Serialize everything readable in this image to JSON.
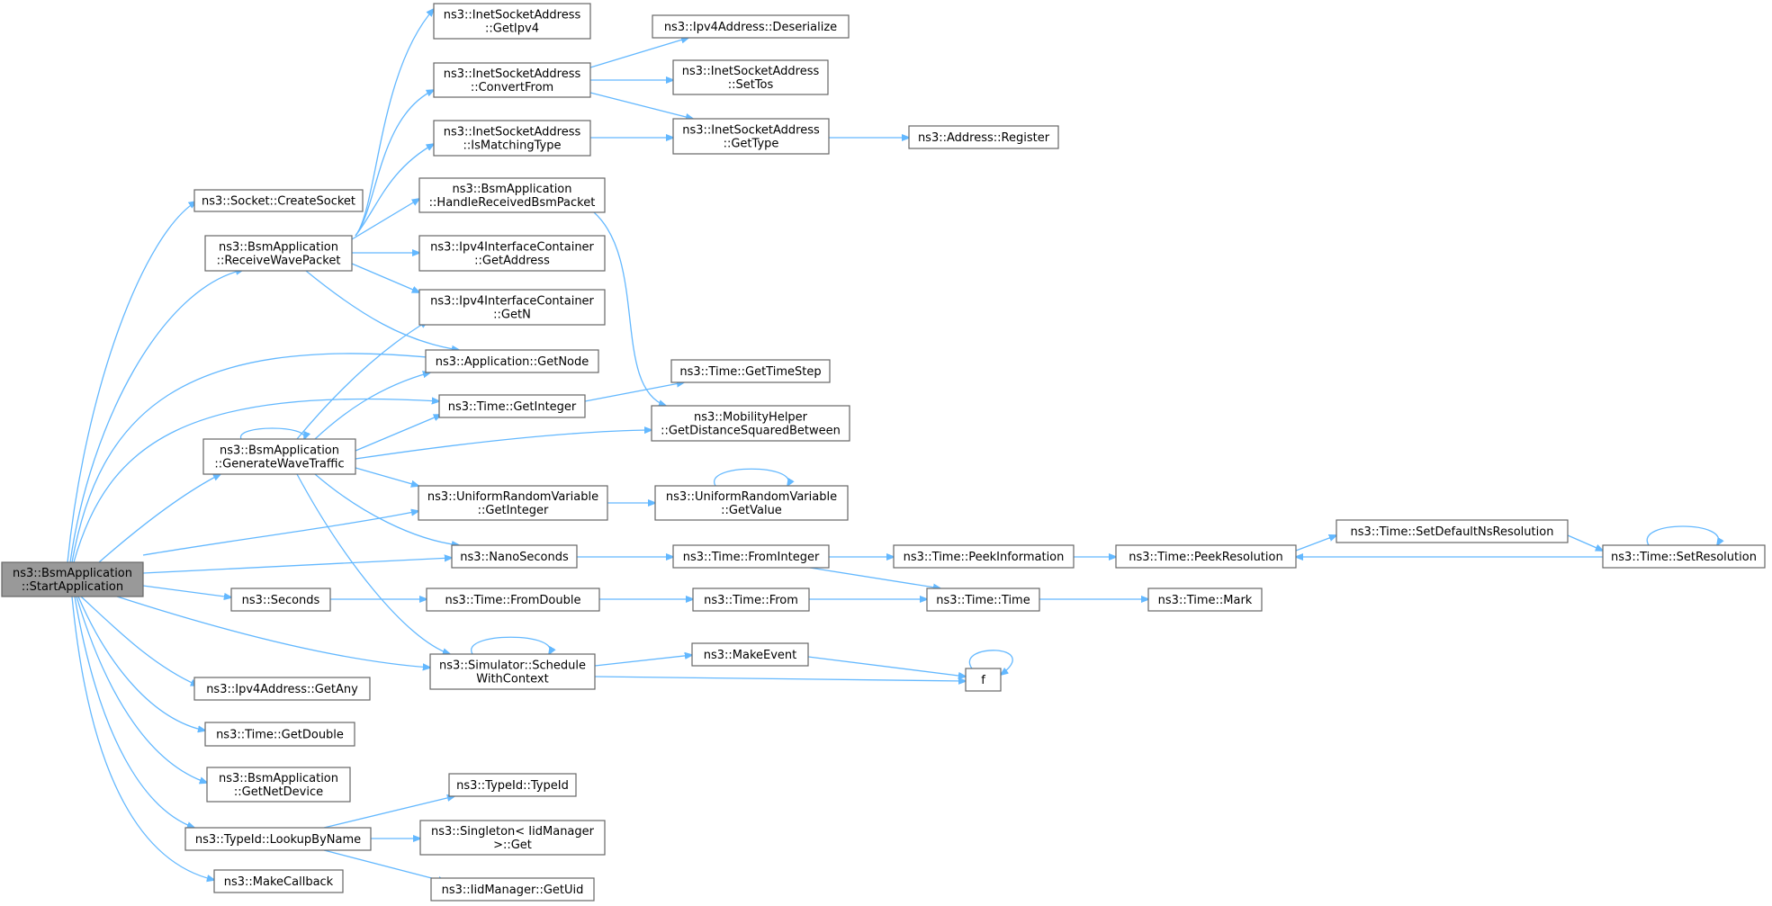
{
  "colors": {
    "edge": "#63b8ff",
    "node_border": "#666666",
    "root_fill": "#999999",
    "node_fill": "#ffffff"
  },
  "nodes": [
    {
      "id": "root",
      "lines": [
        "ns3::BsmApplication",
        "::StartApplication"
      ],
      "root": true
    },
    {
      "id": "createSocket",
      "lines": [
        "ns3::Socket::CreateSocket"
      ]
    },
    {
      "id": "receiveWave",
      "lines": [
        "ns3::BsmApplication",
        "::ReceiveWavePacket"
      ]
    },
    {
      "id": "generateWave",
      "lines": [
        "ns3::BsmApplication",
        "::GenerateWaveTraffic"
      ]
    },
    {
      "id": "seconds",
      "lines": [
        "ns3::Seconds"
      ]
    },
    {
      "id": "getAny",
      "lines": [
        "ns3::Ipv4Address::GetAny"
      ]
    },
    {
      "id": "getDouble",
      "lines": [
        "ns3::Time::GetDouble"
      ]
    },
    {
      "id": "getNetDevice",
      "lines": [
        "ns3::BsmApplication",
        "::GetNetDevice"
      ]
    },
    {
      "id": "lookupByName",
      "lines": [
        "ns3::TypeId::LookupByName"
      ]
    },
    {
      "id": "makeCallback",
      "lines": [
        "ns3::MakeCallback"
      ]
    },
    {
      "id": "getIpv4",
      "lines": [
        "ns3::InetSocketAddress",
        "::GetIpv4"
      ]
    },
    {
      "id": "convertFrom",
      "lines": [
        "ns3::InetSocketAddress",
        "::ConvertFrom"
      ]
    },
    {
      "id": "isMatching",
      "lines": [
        "ns3::InetSocketAddress",
        "::IsMatchingType"
      ]
    },
    {
      "id": "handleBsm",
      "lines": [
        "ns3::BsmApplication",
        "::HandleReceivedBsmPacket"
      ]
    },
    {
      "id": "ipv4GetAddress",
      "lines": [
        "ns3::Ipv4InterfaceContainer",
        "::GetAddress"
      ]
    },
    {
      "id": "ipv4GetN",
      "lines": [
        "ns3::Ipv4InterfaceContainer",
        "::GetN"
      ]
    },
    {
      "id": "getNode",
      "lines": [
        "ns3::Application::GetNode"
      ]
    },
    {
      "id": "timeGetInteger",
      "lines": [
        "ns3::Time::GetInteger"
      ]
    },
    {
      "id": "urvGetInteger",
      "lines": [
        "ns3::UniformRandomVariable",
        "::GetInteger"
      ]
    },
    {
      "id": "nanoSeconds",
      "lines": [
        "ns3::NanoSeconds"
      ]
    },
    {
      "id": "fromDouble",
      "lines": [
        "ns3::Time::FromDouble"
      ]
    },
    {
      "id": "schedule",
      "lines": [
        "ns3::Simulator::Schedule",
        "WithContext"
      ]
    },
    {
      "id": "typeIdTypeId",
      "lines": [
        "ns3::TypeId::TypeId"
      ]
    },
    {
      "id": "singletonGet",
      "lines": [
        "ns3::Singleton< IidManager",
        ">::Get"
      ]
    },
    {
      "id": "getUid",
      "lines": [
        "ns3::IidManager::GetUid"
      ]
    },
    {
      "id": "deserialize",
      "lines": [
        "ns3::Ipv4Address::Deserialize"
      ]
    },
    {
      "id": "setTos",
      "lines": [
        "ns3::InetSocketAddress",
        "::SetTos"
      ]
    },
    {
      "id": "getType",
      "lines": [
        "ns3::InetSocketAddress",
        "::GetType"
      ]
    },
    {
      "id": "getTimeStep",
      "lines": [
        "ns3::Time::GetTimeStep"
      ]
    },
    {
      "id": "getDist",
      "lines": [
        "ns3::MobilityHelper",
        "::GetDistanceSquaredBetween"
      ]
    },
    {
      "id": "urvGetValue",
      "lines": [
        "ns3::UniformRandomVariable",
        "::GetValue"
      ]
    },
    {
      "id": "fromInteger",
      "lines": [
        "ns3::Time::FromInteger"
      ]
    },
    {
      "id": "timeFrom",
      "lines": [
        "ns3::Time::From"
      ]
    },
    {
      "id": "makeEvent",
      "lines": [
        "ns3::MakeEvent"
      ]
    },
    {
      "id": "f",
      "lines": [
        "f"
      ]
    },
    {
      "id": "addrRegister",
      "lines": [
        "ns3::Address::Register"
      ]
    },
    {
      "id": "peekInfo",
      "lines": [
        "ns3::Time::PeekInformation"
      ]
    },
    {
      "id": "timeTime",
      "lines": [
        "ns3::Time::Time"
      ]
    },
    {
      "id": "peekRes",
      "lines": [
        "ns3::Time::PeekResolution"
      ]
    },
    {
      "id": "timeMark",
      "lines": [
        "ns3::Time::Mark"
      ]
    },
    {
      "id": "setDefaultNs",
      "lines": [
        "ns3::Time::SetDefaultNsResolution"
      ]
    },
    {
      "id": "setResolution",
      "lines": [
        "ns3::Time::SetResolution"
      ]
    }
  ],
  "edges": [
    [
      "root",
      "createSocket"
    ],
    [
      "root",
      "receiveWave"
    ],
    [
      "root",
      "getNode"
    ],
    [
      "root",
      "timeGetInteger"
    ],
    [
      "root",
      "generateWave"
    ],
    [
      "root",
      "urvGetInteger"
    ],
    [
      "root",
      "nanoSeconds"
    ],
    [
      "root",
      "seconds"
    ],
    [
      "root",
      "schedule"
    ],
    [
      "root",
      "getAny"
    ],
    [
      "root",
      "getDouble"
    ],
    [
      "root",
      "getNetDevice"
    ],
    [
      "root",
      "lookupByName"
    ],
    [
      "root",
      "makeCallback"
    ],
    [
      "receiveWave",
      "getIpv4"
    ],
    [
      "receiveWave",
      "convertFrom"
    ],
    [
      "receiveWave",
      "isMatching"
    ],
    [
      "receiveWave",
      "handleBsm"
    ],
    [
      "receiveWave",
      "ipv4GetAddress"
    ],
    [
      "receiveWave",
      "ipv4GetN"
    ],
    [
      "receiveWave",
      "getNode"
    ],
    [
      "generateWave",
      "generateWave"
    ],
    [
      "generateWave",
      "ipv4GetN"
    ],
    [
      "generateWave",
      "getNode"
    ],
    [
      "generateWave",
      "timeGetInteger"
    ],
    [
      "generateWave",
      "getDist"
    ],
    [
      "generateWave",
      "urvGetInteger"
    ],
    [
      "generateWave",
      "nanoSeconds"
    ],
    [
      "generateWave",
      "schedule"
    ],
    [
      "convertFrom",
      "deserialize"
    ],
    [
      "convertFrom",
      "setTos"
    ],
    [
      "convertFrom",
      "getType"
    ],
    [
      "isMatching",
      "getType"
    ],
    [
      "getType",
      "addrRegister"
    ],
    [
      "handleBsm",
      "getDist"
    ],
    [
      "timeGetInteger",
      "getTimeStep"
    ],
    [
      "urvGetInteger",
      "urvGetValue"
    ],
    [
      "urvGetValue",
      "urvGetValue"
    ],
    [
      "nanoSeconds",
      "fromInteger"
    ],
    [
      "fromInteger",
      "peekInfo"
    ],
    [
      "fromInteger",
      "timeTime"
    ],
    [
      "peekInfo",
      "peekRes"
    ],
    [
      "peekRes",
      "setDefaultNs"
    ],
    [
      "setDefaultNs",
      "setResolution"
    ],
    [
      "setResolution",
      "setResolution"
    ],
    [
      "setResolution",
      "peekRes"
    ],
    [
      "seconds",
      "fromDouble"
    ],
    [
      "fromDouble",
      "timeFrom"
    ],
    [
      "timeFrom",
      "timeTime"
    ],
    [
      "timeTime",
      "timeMark"
    ],
    [
      "schedule",
      "schedule"
    ],
    [
      "schedule",
      "makeEvent"
    ],
    [
      "schedule",
      "f"
    ],
    [
      "makeEvent",
      "f"
    ],
    [
      "f",
      "f"
    ],
    [
      "lookupByName",
      "typeIdTypeId"
    ],
    [
      "lookupByName",
      "singletonGet"
    ],
    [
      "lookupByName",
      "getUid"
    ]
  ]
}
